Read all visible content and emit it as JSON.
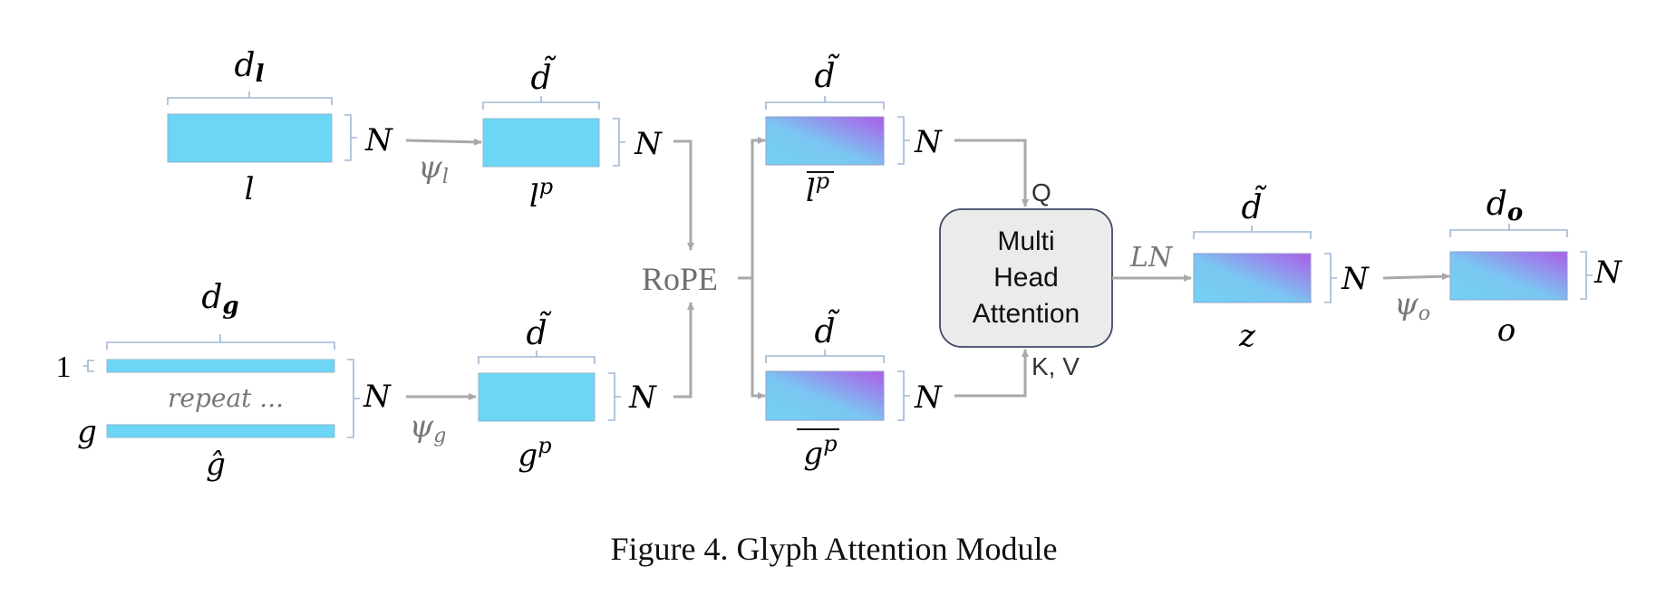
{
  "caption": "Figure 4. Glyph Attention Module",
  "colors": {
    "solid_block": "#6dd5f5",
    "gradient_start": "#72d2f4",
    "gradient_end": "#ad5ce8",
    "arrow": "#a9a9a9",
    "brace": "#9fb8d6",
    "mha_fill": "#ebebeb",
    "mha_stroke": "#3e4a63",
    "grey_text": "#777777"
  },
  "labels": {
    "d_l_sym": "d",
    "d_l_sub": "l",
    "l_below": "l",
    "l_N": "N",
    "psi_l_sym": "ψ",
    "psi_l_sub": "l",
    "dtilde_lp": "d̃",
    "lp_sym": "l",
    "lp_sup": "p",
    "lp_N": "N",
    "d_g_sym": "d",
    "d_g_sub": "g",
    "one": "1",
    "repeat": "repeat ...",
    "g_left": "g",
    "ghat": "ĝ",
    "g_N": "N",
    "psi_g_sym": "ψ",
    "psi_g_sub": "g",
    "dtilde_gp": "d̃",
    "gp_sym": "g",
    "gp_sup": "p",
    "gp_N": "N",
    "rope": "RoPE",
    "dtilde_lbar": "d̃",
    "lbar_sym": "l",
    "lbar_sup": "p",
    "lbar_N": "N",
    "dtilde_gbar": "d̃",
    "gbar_sym": "g",
    "gbar_sup": "p",
    "gbar_N": "N",
    "q": "Q",
    "kv": "K, V",
    "mha_line1": "Multi",
    "mha_line2": "Head",
    "mha_line3": "Attention",
    "ln": "LN",
    "dtilde_z": "d̃",
    "z": "z",
    "z_N": "N",
    "psi_o_sym": "ψ",
    "psi_o_sub": "o",
    "d_o_sym": "d",
    "d_o_sub": "o",
    "o": "o",
    "o_N": "N"
  }
}
